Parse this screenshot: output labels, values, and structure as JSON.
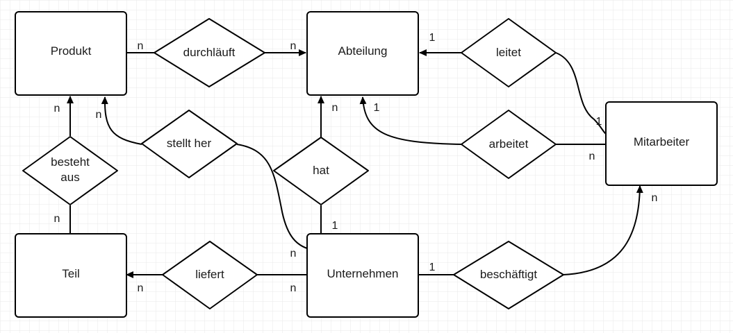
{
  "entities": {
    "produkt": "Produkt",
    "abteilung": "Abteilung",
    "mitarbeiter": "Mitarbeiter",
    "teil": "Teil",
    "unternehmen": "Unternehmen"
  },
  "relationships": {
    "durchlaeuft": "durchläuft",
    "leitet": "leitet",
    "arbeitet": "arbeitet",
    "stellt_her": "stellt her",
    "hat": "hat",
    "besteht_aus_1": "besteht",
    "besteht_aus_2": "aus",
    "liefert": "liefert",
    "beschaeftigt": "beschäftigt"
  },
  "cardinalities": {
    "produkt_durchlaeuft": "n",
    "durchlaeuft_abteilung": "n",
    "leitet_abteilung": "1",
    "leitet_mitarbeiter": "1",
    "arbeitet_abteilung": "1",
    "arbeitet_mitarbeiter": "n",
    "stellt_her_produkt": "n",
    "stellt_her_unternehmen": "n",
    "hat_abteilung": "n",
    "hat_unternehmen": "1",
    "besteht_aus_produkt": "n",
    "besteht_aus_teil": "n",
    "liefert_teil": "n",
    "liefert_unternehmen": "n",
    "beschaeftigt_unternehmen": "1",
    "beschaeftigt_mitarbeiter": "n"
  },
  "colors": {
    "stroke": "#000000",
    "grid": "#e6e6e6",
    "background": "#ffffff"
  }
}
